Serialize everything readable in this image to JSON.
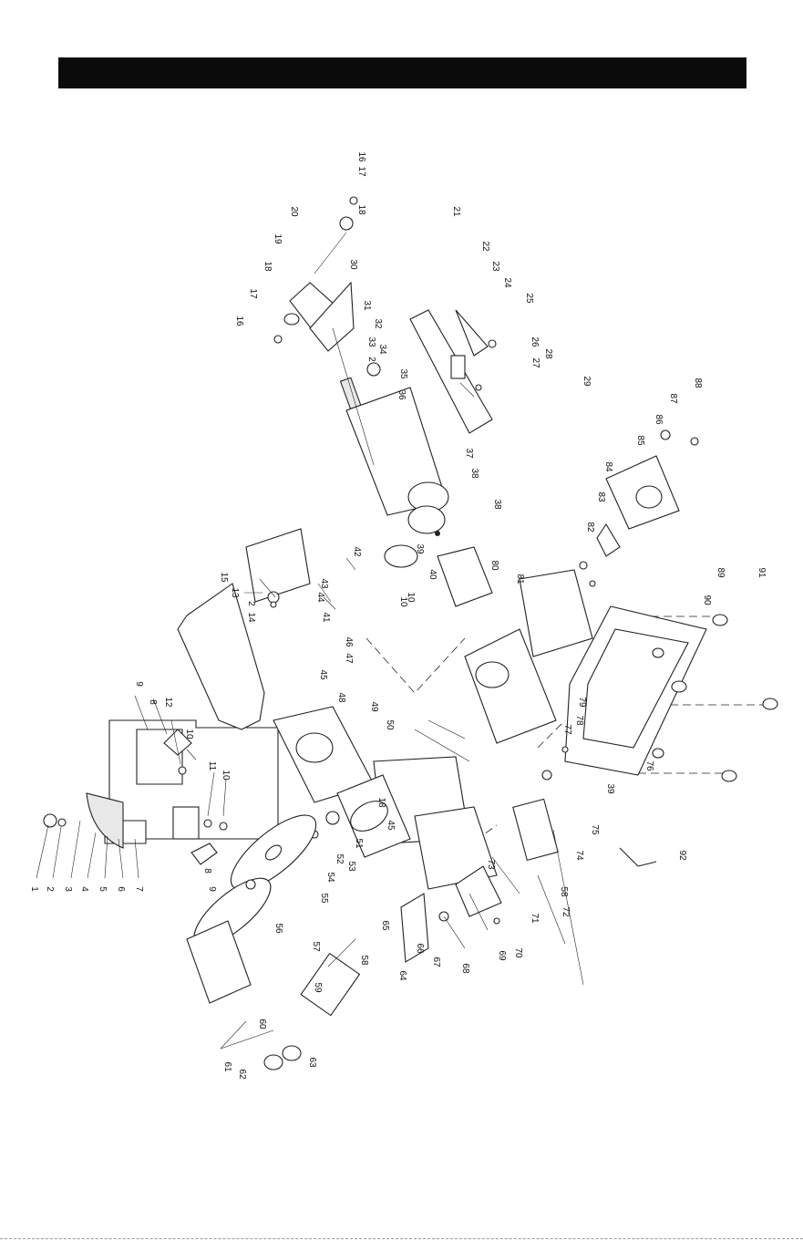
{
  "header": {
    "title": ""
  },
  "diagram": {
    "type": "exploded parts diagram",
    "part_numbers": [
      "1",
      "2",
      "3",
      "4",
      "5",
      "6",
      "7",
      "8",
      "9",
      "10",
      "11",
      "12",
      "13",
      "14",
      "15",
      "16",
      "17",
      "18",
      "19",
      "20",
      "21",
      "22",
      "23",
      "24",
      "25",
      "26",
      "27",
      "28",
      "29",
      "30",
      "31",
      "32",
      "33",
      "34",
      "35",
      "36",
      "37",
      "38",
      "39",
      "40",
      "41",
      "42",
      "43",
      "44",
      "45",
      "46",
      "47",
      "48",
      "49",
      "50",
      "51",
      "52",
      "53",
      "54",
      "55",
      "56",
      "57",
      "58",
      "59",
      "60",
      "61",
      "62",
      "63",
      "64",
      "65",
      "66",
      "67",
      "68",
      "69",
      "70",
      "71",
      "72",
      "73",
      "74",
      "75",
      "76",
      "77",
      "78",
      "79",
      "80",
      "81",
      "82",
      "83",
      "84",
      "85",
      "86",
      "87",
      "88",
      "89",
      "90",
      "91",
      "92"
    ]
  },
  "labels": [
    {
      "text": "1"
    },
    {
      "text": "2"
    },
    {
      "text": "3"
    },
    {
      "text": "4"
    },
    {
      "text": "5"
    },
    {
      "text": "6"
    },
    {
      "text": "7"
    },
    {
      "text": "8"
    },
    {
      "text": "9"
    },
    {
      "text": "12"
    },
    {
      "text": "10"
    },
    {
      "text": "11"
    },
    {
      "text": "10"
    },
    {
      "text": "8"
    },
    {
      "text": "9"
    },
    {
      "text": "13"
    },
    {
      "text": "14"
    },
    {
      "text": "2"
    },
    {
      "text": "15"
    },
    {
      "text": "10"
    },
    {
      "text": "42"
    },
    {
      "text": "43"
    },
    {
      "text": "44"
    },
    {
      "text": "41"
    },
    {
      "text": "46"
    },
    {
      "text": "47"
    },
    {
      "text": "45"
    },
    {
      "text": "48"
    },
    {
      "text": "49"
    },
    {
      "text": "50"
    },
    {
      "text": "16"
    },
    {
      "text": "17"
    },
    {
      "text": "18"
    },
    {
      "text": "19"
    },
    {
      "text": "20"
    },
    {
      "text": "18"
    },
    {
      "text": "17"
    },
    {
      "text": "16"
    },
    {
      "text": "30"
    },
    {
      "text": "31"
    },
    {
      "text": "32"
    },
    {
      "text": "33"
    },
    {
      "text": "2"
    },
    {
      "text": "34"
    },
    {
      "text": "35"
    },
    {
      "text": "36"
    },
    {
      "text": "37"
    },
    {
      "text": "38"
    },
    {
      "text": "38"
    },
    {
      "text": "39"
    },
    {
      "text": "40"
    },
    {
      "text": "10"
    },
    {
      "text": "21"
    },
    {
      "text": "22"
    },
    {
      "text": "23"
    },
    {
      "text": "24"
    },
    {
      "text": "25"
    },
    {
      "text": "26"
    },
    {
      "text": "27"
    },
    {
      "text": "28"
    },
    {
      "text": "29"
    },
    {
      "text": "88"
    },
    {
      "text": "87"
    },
    {
      "text": "86"
    },
    {
      "text": "85"
    },
    {
      "text": "84"
    },
    {
      "text": "83"
    },
    {
      "text": "82"
    },
    {
      "text": "80"
    },
    {
      "text": "81"
    },
    {
      "text": "89"
    },
    {
      "text": "90"
    },
    {
      "text": "91"
    },
    {
      "text": "79"
    },
    {
      "text": "78"
    },
    {
      "text": "77"
    },
    {
      "text": "76"
    },
    {
      "text": "39"
    },
    {
      "text": "75"
    },
    {
      "text": "74"
    },
    {
      "text": "73"
    },
    {
      "text": "51"
    },
    {
      "text": "52"
    },
    {
      "text": "53"
    },
    {
      "text": "54"
    },
    {
      "text": "55"
    },
    {
      "text": "45"
    },
    {
      "text": "18"
    },
    {
      "text": "56"
    },
    {
      "text": "57"
    },
    {
      "text": "58"
    },
    {
      "text": "59"
    },
    {
      "text": "60"
    },
    {
      "text": "61"
    },
    {
      "text": "62"
    },
    {
      "text": "63"
    },
    {
      "text": "64"
    },
    {
      "text": "65"
    },
    {
      "text": "66"
    },
    {
      "text": "67"
    },
    {
      "text": "68"
    },
    {
      "text": "69"
    },
    {
      "text": "70"
    },
    {
      "text": "71"
    },
    {
      "text": "72"
    },
    {
      "text": "58"
    },
    {
      "text": "92"
    }
  ]
}
